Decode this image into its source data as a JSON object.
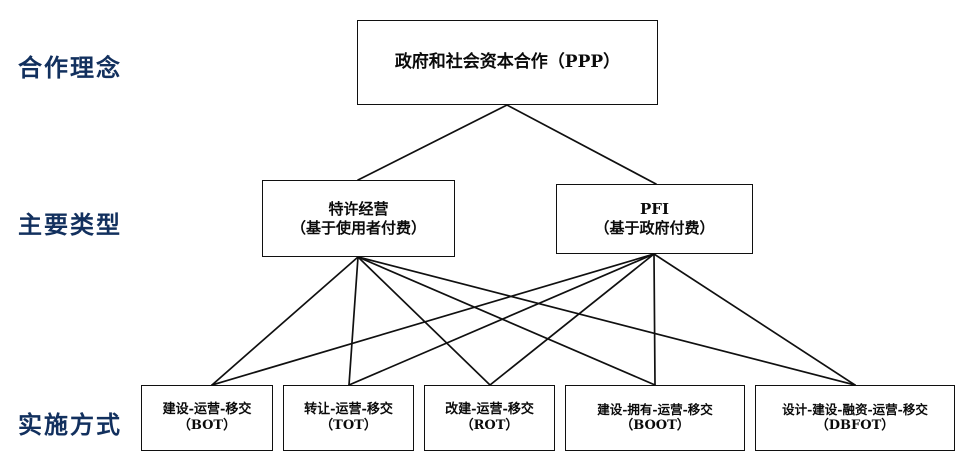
{
  "diagram": {
    "title_text": "",
    "stroke_color": "#101010",
    "label_color": "#12305e",
    "box_text_color": "#0b0b0b",
    "background": "#ffffff",
    "row_labels": [
      {
        "id": "concept",
        "text": "合作理念"
      },
      {
        "id": "types",
        "text": "主要类型"
      },
      {
        "id": "implementation",
        "text": "实施方式"
      }
    ],
    "nodes": {
      "root": {
        "line1": "政府和社会资本合作（PPP）",
        "line2": ""
      },
      "concession": {
        "line1": "特许经营",
        "line2": "（基于使用者付费）"
      },
      "pfi": {
        "line1": "PFI",
        "line2": "（基于政府付费）"
      },
      "bot": {
        "line1": "建设-运营-移交",
        "line2": "（BOT）"
      },
      "tot": {
        "line1": "转让-运营-移交",
        "line2": "（TOT）"
      },
      "rot": {
        "line1": "改建-运营-移交",
        "line2": "（ROT）"
      },
      "boot": {
        "line1": "建设-拥有-运营-移交",
        "line2": "（BOOT）"
      },
      "dbfot": {
        "line1": "设计-建设-融资-运营-移交",
        "line2": "（DBFOT）"
      }
    },
    "edges": [
      {
        "from": "root",
        "to": "concession"
      },
      {
        "from": "root",
        "to": "pfi"
      },
      {
        "from": "concession",
        "to": "bot"
      },
      {
        "from": "concession",
        "to": "tot"
      },
      {
        "from": "concession",
        "to": "rot"
      },
      {
        "from": "concession",
        "to": "boot"
      },
      {
        "from": "concession",
        "to": "dbfot"
      },
      {
        "from": "pfi",
        "to": "bot"
      },
      {
        "from": "pfi",
        "to": "tot"
      },
      {
        "from": "pfi",
        "to": "rot"
      },
      {
        "from": "pfi",
        "to": "boot"
      },
      {
        "from": "pfi",
        "to": "dbfot"
      }
    ]
  }
}
